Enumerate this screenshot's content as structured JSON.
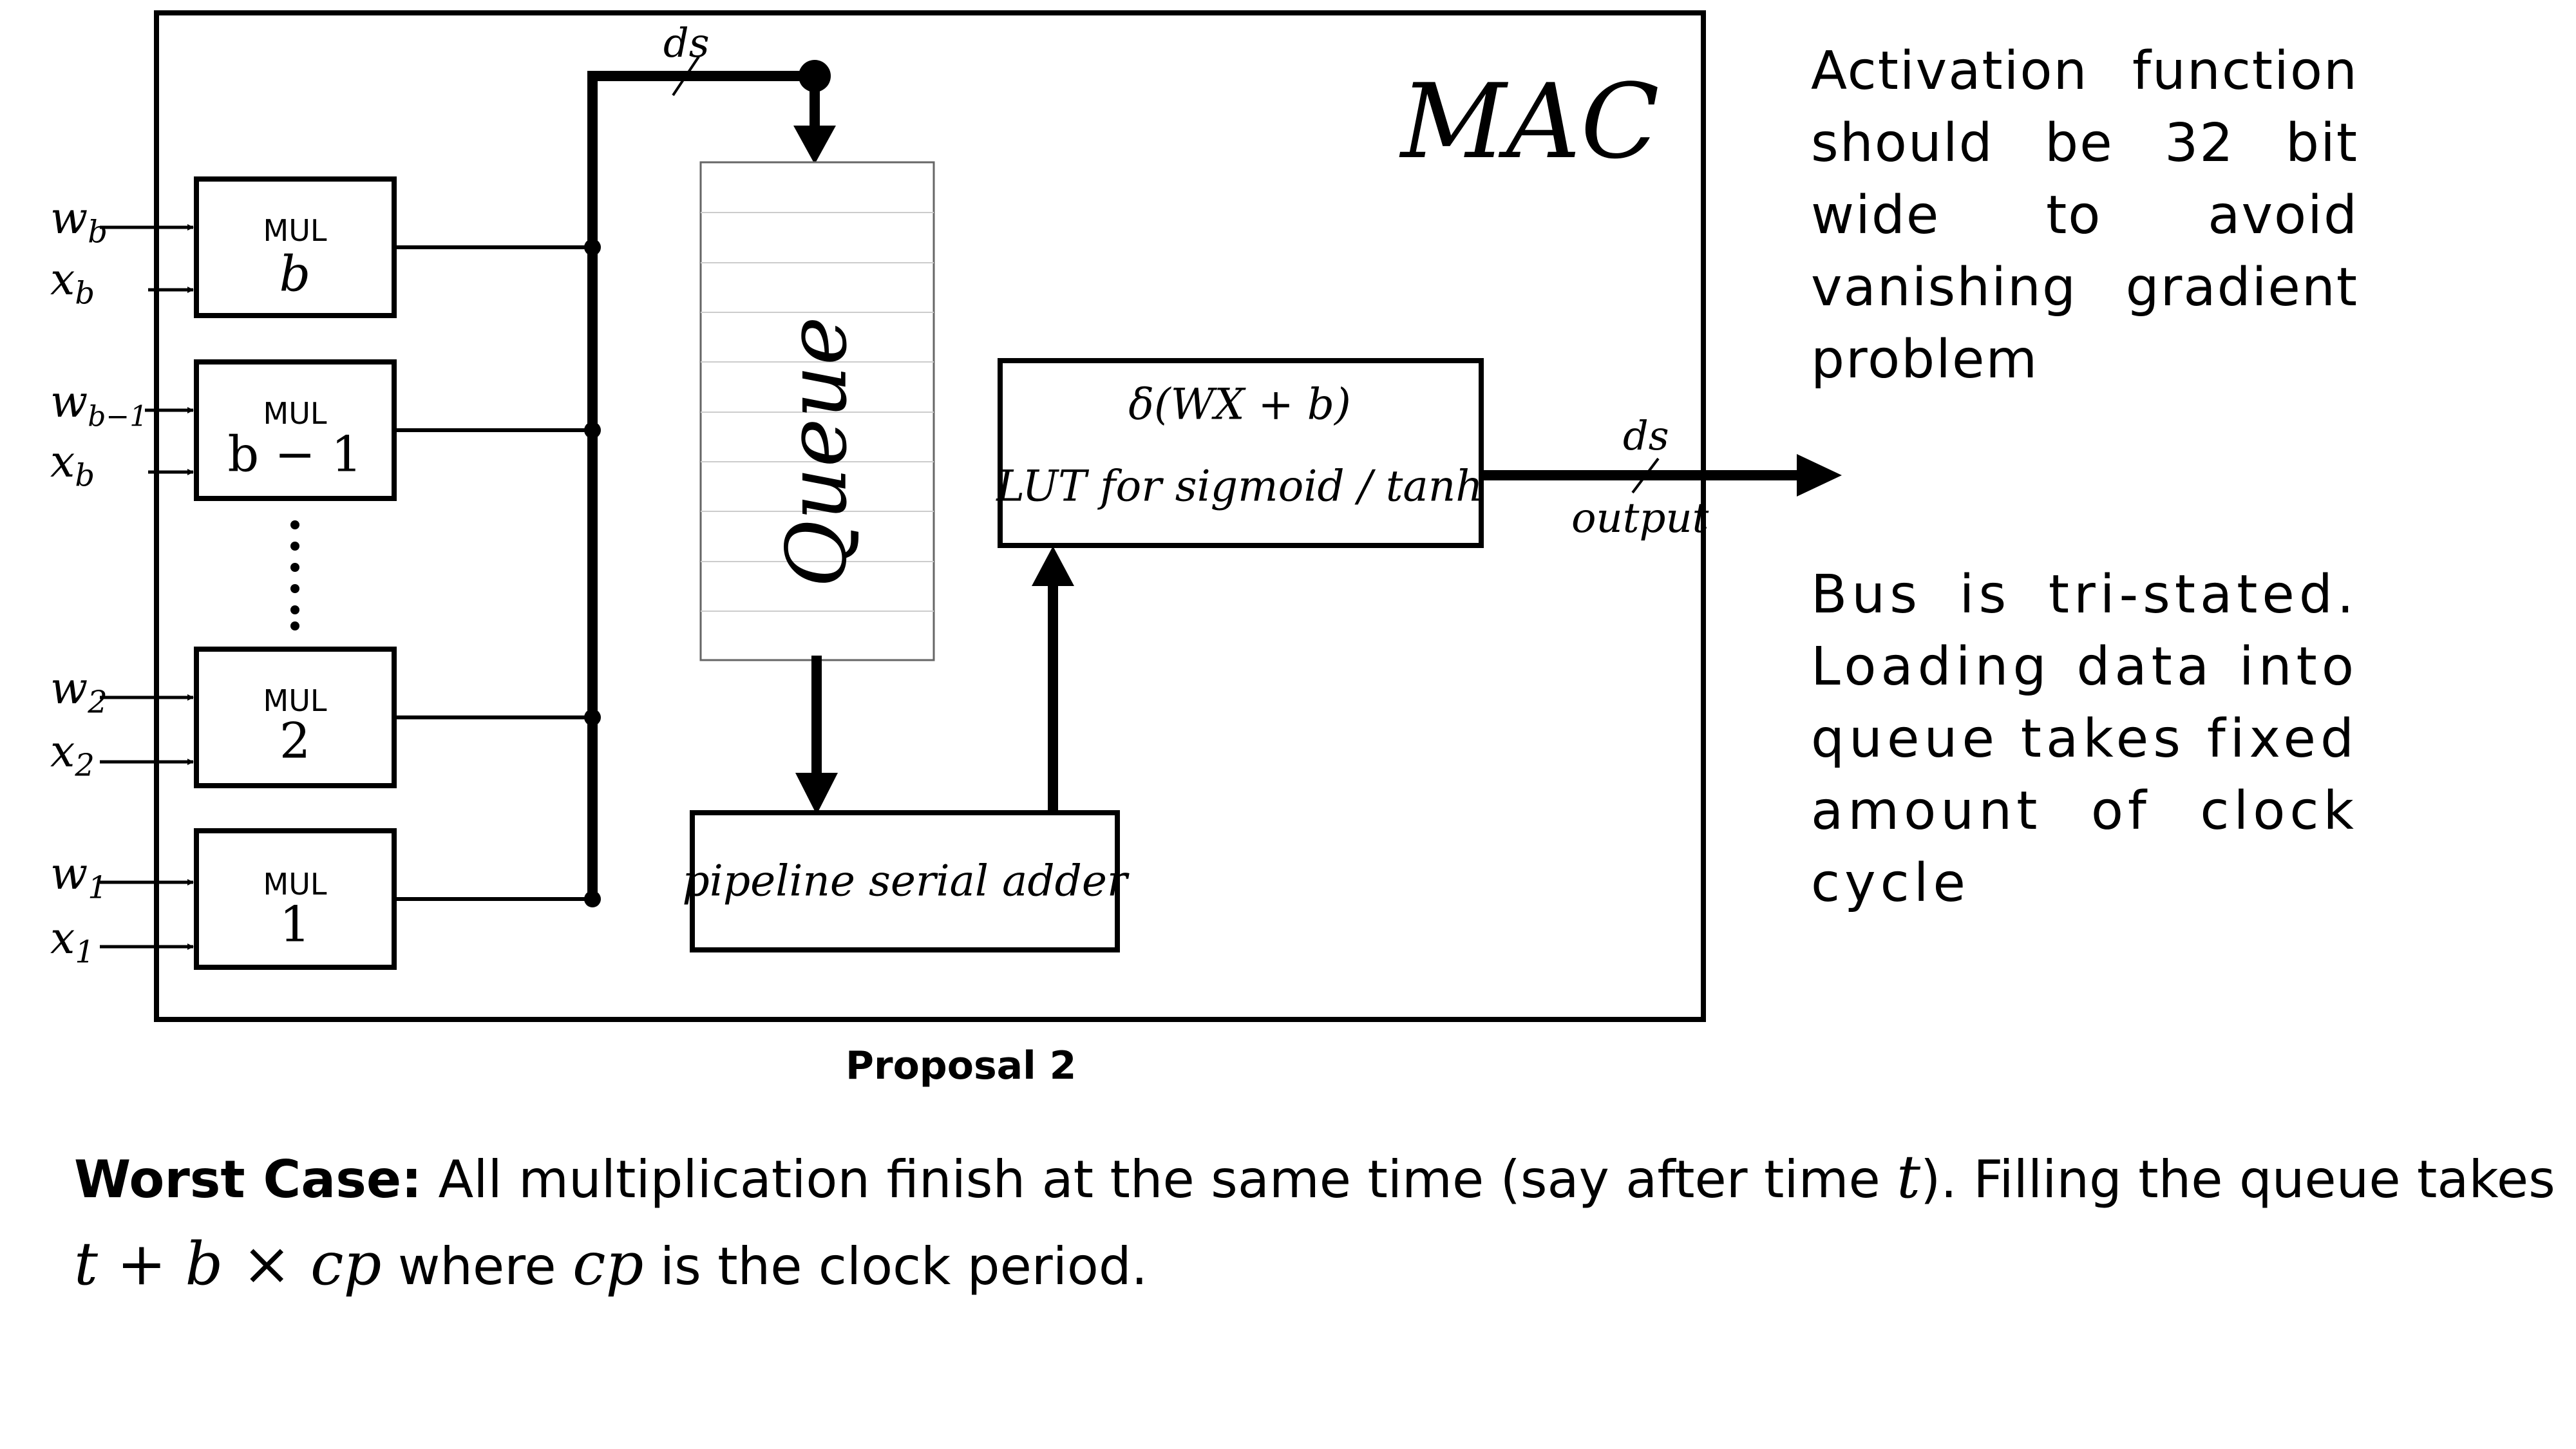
{
  "diagram": {
    "mac_label": "MAC",
    "bus_label": "ds",
    "queue_label": "Queue",
    "adder_label": "pipeline serial adder",
    "activation_formula": "δ(WX + b)",
    "lut_label": "LUT for sigmoid / tanh",
    "output_bus_label": "ds",
    "output_label": "output",
    "multipliers": [
      {
        "tag": "MUL",
        "index": "b",
        "w": "w",
        "w_sub": "b",
        "x": "x",
        "x_sub": "b"
      },
      {
        "tag": "MUL",
        "index": "b − 1",
        "w": "w",
        "w_sub": "b−1",
        "x": "x",
        "x_sub": "b"
      },
      {
        "tag": "MUL",
        "index": "2",
        "w": "w",
        "w_sub": "2",
        "x": "x",
        "x_sub": "2"
      },
      {
        "tag": "MUL",
        "index": "1",
        "w": "w",
        "w_sub": "1",
        "x": "x",
        "x_sub": "1"
      }
    ],
    "caption": "Proposal 2"
  },
  "notes": {
    "activation": "Activation function should be 32 bit wide to avoid vanishing gradient problem",
    "bus": "Bus is tri-stated. Loading data into queue takes fixed amount of clock cycle"
  },
  "footer": {
    "bold_lead": "Worst Case:",
    "line1_a": " All multiplication finish at the same time (say after time ",
    "t_symbol": "t",
    "line1_b": "). Filling the queue takes",
    "formula": "t + b × cp",
    "line2_a": " where ",
    "cp_symbol": "cp",
    "line2_b": " is the clock period."
  }
}
